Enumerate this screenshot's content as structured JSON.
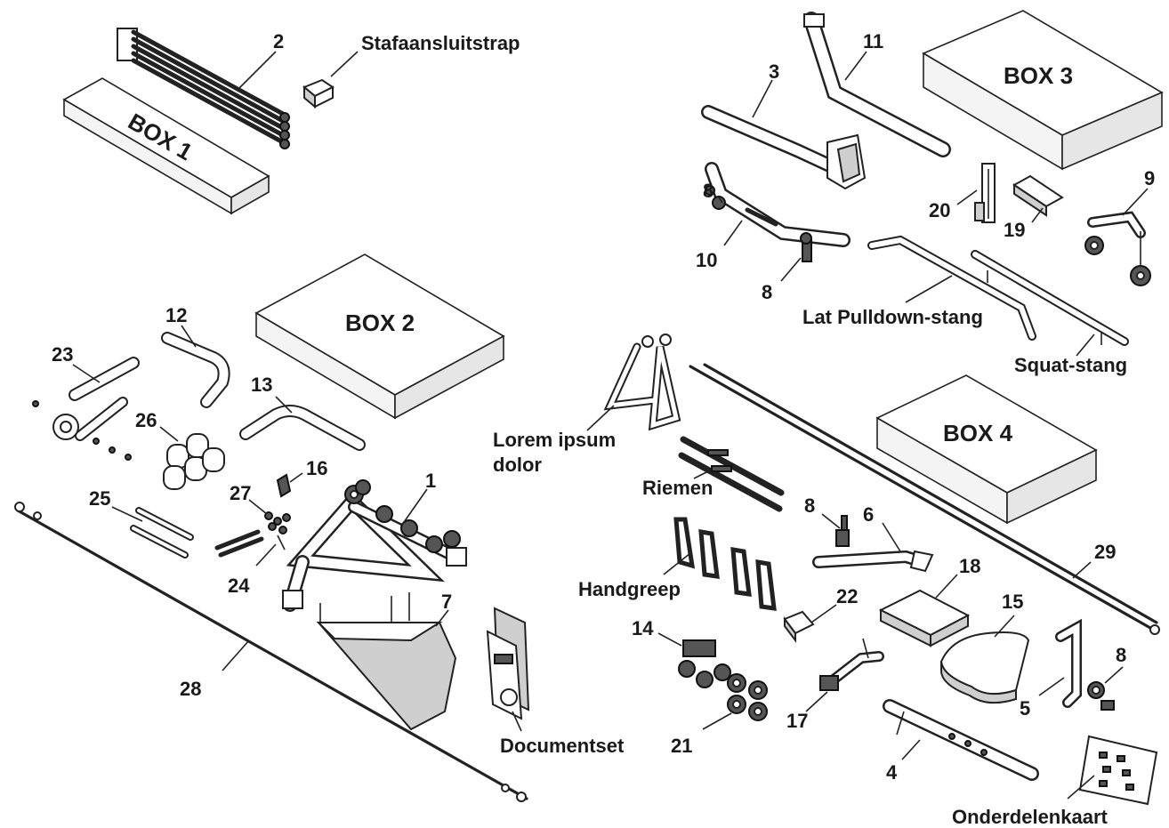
{
  "boxes": {
    "box1": "BOX 1",
    "box2": "BOX 2",
    "box3": "BOX 3",
    "box4": "BOX 4"
  },
  "part_numbers": {
    "p1": "1",
    "p2": "2",
    "p3": "3",
    "p4": "4",
    "p5": "5",
    "p6": "6",
    "p7": "7",
    "p8a": "8",
    "p8b": "8",
    "p8c": "8",
    "p8d": "8",
    "p9": "9",
    "p10": "10",
    "p11": "11",
    "p12": "12",
    "p13": "13",
    "p14": "14",
    "p15": "15",
    "p16": "16",
    "p17": "17",
    "p18": "18",
    "p19": "19",
    "p20": "20",
    "p21": "21",
    "p22": "22",
    "p23": "23",
    "p24": "24",
    "p25": "25",
    "p26": "26",
    "p27": "27",
    "p28": "28",
    "p29": "29"
  },
  "labels": {
    "stafaansluitstrap": "Stafaansluitstrap",
    "lat_pulldown": "Lat Pulldown-stang",
    "squat": "Squat-stang",
    "lorem_line1": "Lorem ipsum",
    "lorem_line2": "dolor",
    "riemen": "Riemen",
    "handgreep": "Handgreep",
    "documentset": "Documentset",
    "onderdelenkaart": "Onderdelenkaart"
  }
}
